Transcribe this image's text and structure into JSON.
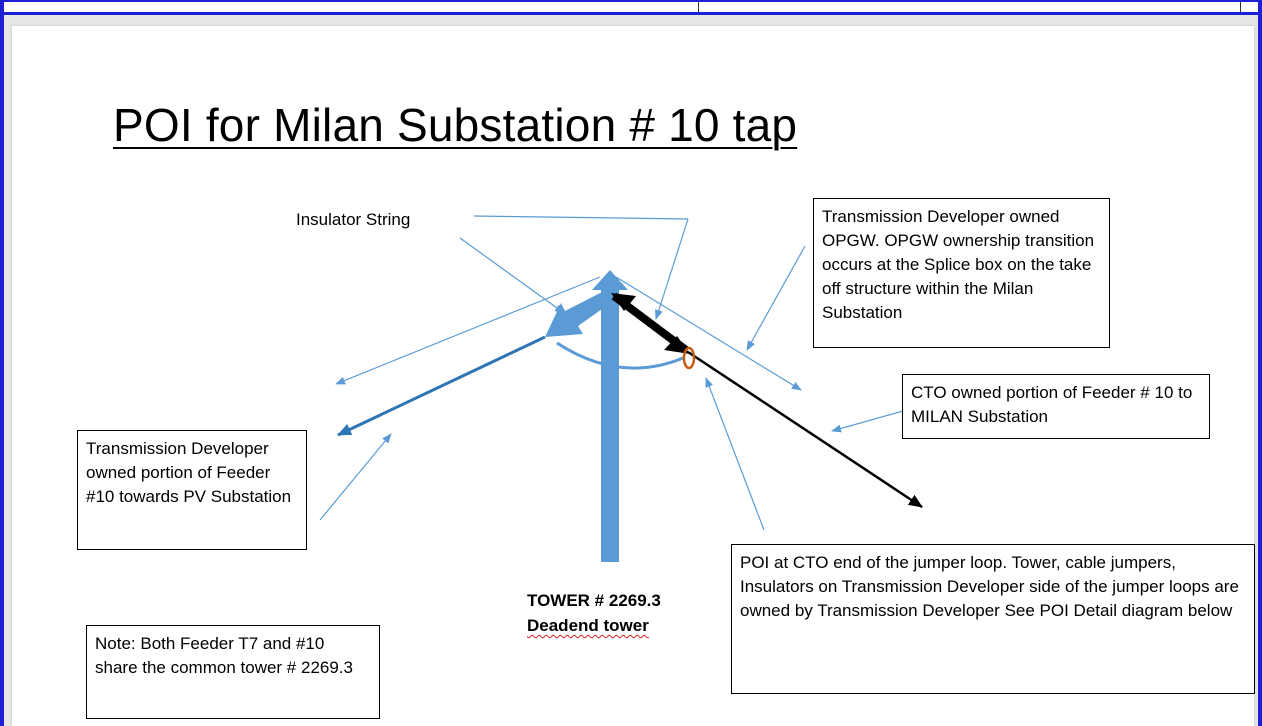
{
  "slide": {
    "title": "POI for Milan Substation # 10  tap",
    "insulator_label": "Insulator String",
    "tower_label": {
      "line1": "TOWER # 2269.3",
      "line2": "Deadend tower"
    },
    "boxes": {
      "opgw": "Transmission Developer owned OPGW. OPGW ownership transition occurs at the Splice box on the take off structure within the Milan Substation",
      "cto_portion": "CTO owned portion of Feeder # 10 to MILAN Substation",
      "td_portion": "Transmission Developer owned portion of Feeder #10 towards PV Substation",
      "poi": "POI at CTO end of the jumper loop. Tower, cable jumpers, Insulators on Transmission Developer side of the jumper loops are owned by Transmission Developer See POI Detail diagram below",
      "note": "Note: Both Feeder T7 and #10 share the common tower # 2269.3"
    }
  },
  "colors": {
    "window_border": "#1f1fd6",
    "tower_blue": "#5b9bd5",
    "conductor_blue": "#2e75b6",
    "callout_blue": "#5b9bd5",
    "cto_conductor": "#000000",
    "loop_ring": "#c55a11"
  }
}
